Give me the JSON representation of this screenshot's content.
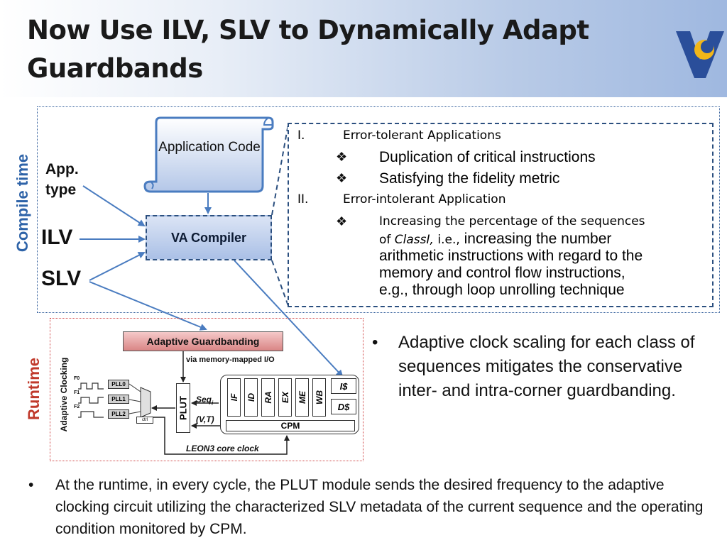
{
  "title": "Now Use ILV, SLV to Dynamically Adapt Guardbands",
  "sections": {
    "compile_time": "Compile time",
    "runtime": "Runtime"
  },
  "left_labels": {
    "app_type": "App. type",
    "ilv": "ILV",
    "slv": "SLV"
  },
  "application_code": "Application Code",
  "va_compiler": "VA Compiler",
  "info_box": {
    "item1_num": "I.",
    "item1": "Error-tolerant Applications",
    "item1_bullets": [
      "Duplication of critical instructions",
      "Satisfying the fidelity metric"
    ],
    "item2_num": "II.",
    "item2": "Error-intolerant Application",
    "item2_line1": "Increasing the percentage of the sequences",
    "item2_line2_pre": "of ",
    "item2_line2_class": "ClassI,",
    "item2_line2_ie": " i.e.,",
    "item2_line2_post": " increasing the number",
    "item2_line3": "arithmetic instructions with regard to the",
    "item2_line4": "memory and control flow instructions,",
    "item2_line5": "e.g., through loop unrolling technique",
    "diamond": "❖"
  },
  "bullet_char": "•",
  "right_bullet": "Adaptive clock scaling for each class of sequences mitigates the conservative inter- and intra-corner guardbanding.",
  "bottom_bullet": "At the runtime, in every cycle, the PLUT module sends the desired frequency to the adaptive clocking circuit utilizing the characterized SLV metadata of the current sequence and the operating condition monitored by CPM.",
  "runtime_diagram": {
    "adaptive_guardbanding": "Adaptive Guardbanding",
    "via_mmio": "via memory-mapped I/O",
    "adaptive_clocking": "Adaptive Clocking",
    "plut": "PLUT",
    "seq": "Seq",
    "seq_sub": "i",
    "vt": "(V,T)",
    "stages": [
      "IF",
      "ID",
      "RA",
      "EX",
      "ME",
      "WB"
    ],
    "icache": "I$",
    "dcache": "D$",
    "cpm": "CPM",
    "leon3_clock": "LEON3 core clock",
    "plls": [
      "PLL0",
      "PLL1",
      "PLL2"
    ],
    "freq_labels": [
      "F0",
      "F1",
      "F2"
    ],
    "ctrl": "ctrl"
  },
  "colors": {
    "accent_blue": "#2e63a8",
    "runtime_red": "#c0392b",
    "logo_blue": "#2a4e9a",
    "logo_yellow": "#f2b619"
  }
}
